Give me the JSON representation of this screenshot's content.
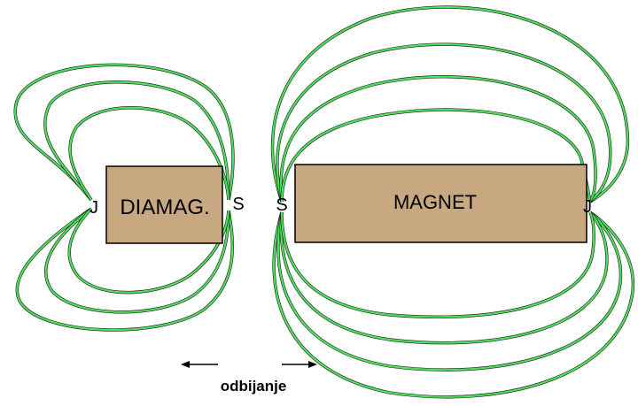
{
  "diagram": {
    "diamagnet": {
      "label": "DIAMAG.",
      "fill": "#c8a880"
    },
    "magnet": {
      "label": "MAGNET",
      "fill": "#c8a880"
    },
    "poles": {
      "diamag_left": "J",
      "diamag_right": "S",
      "magnet_left": "S",
      "magnet_right": "J"
    },
    "caption": "odbijanje",
    "field_line_color": "#4ee05a"
  }
}
